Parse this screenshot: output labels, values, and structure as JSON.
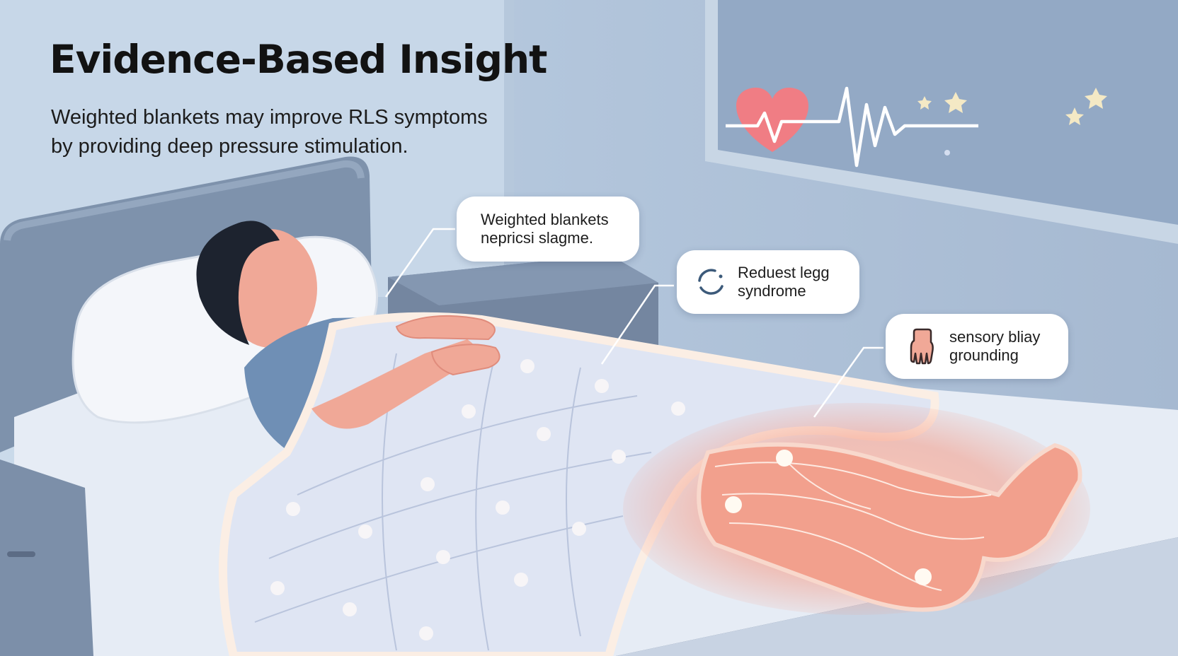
{
  "header": {
    "title": "Evidence-Based Insight",
    "subtitle_line1": "Weighted blankets may improve RLS symptoms",
    "subtitle_line2": "by providing deep pressure stimulation."
  },
  "callouts": [
    {
      "line1": "Weighted blankets",
      "line2": "nepricsi slagme.",
      "icon": ""
    },
    {
      "line1": "Reduest legg",
      "line2": "syndrome",
      "icon": "circular-arrows-icon"
    },
    {
      "line1": "sensory bliay",
      "line2": "grounding",
      "icon": "hand-icon"
    }
  ],
  "icons": [
    "heart-icon",
    "heartbeat-line-icon",
    "crescent-moon-icon",
    "star-icon"
  ],
  "colors": {
    "wall": "#a9bcd3",
    "wall_light": "#c6d6e6",
    "window_frame": "#c9d7e6",
    "blanket": "#dde4f2",
    "heart": "#f07d84",
    "leg_glow": "#ef8a78",
    "moon": "#f6eccb"
  }
}
